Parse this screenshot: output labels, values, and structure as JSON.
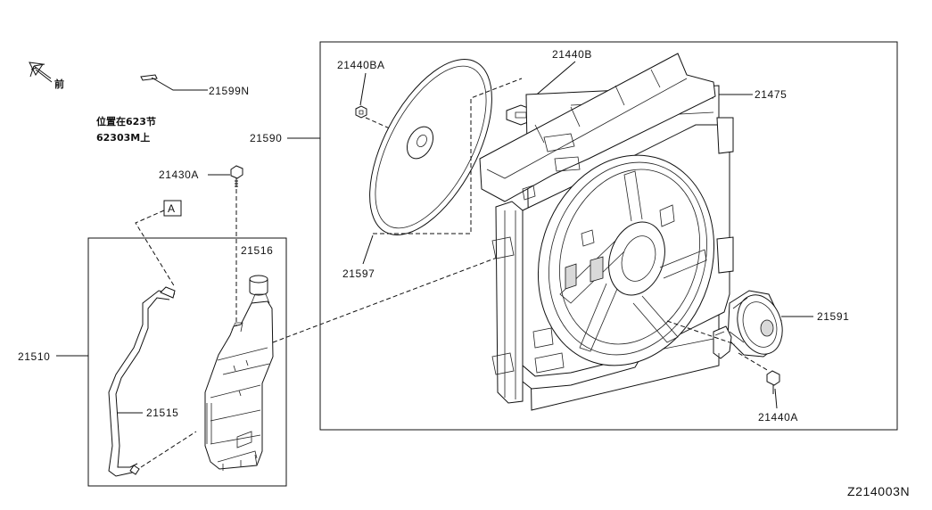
{
  "diagram": {
    "catalog_code": "Z214003N",
    "front_glyph": "前",
    "note_line1": "位置在623节",
    "note_line2": "62303M上",
    "ref_box": "A",
    "callouts": {
      "p21599N": "21599N",
      "p21430A": "21430A",
      "p21516": "21516",
      "p21510": "21510",
      "p21515": "21515",
      "p21590": "21590",
      "p21440BA": "21440BA",
      "p21440B": "21440B",
      "p21475": "21475",
      "p21597": "21597",
      "p21591": "21591",
      "p21440A": "21440A"
    }
  }
}
